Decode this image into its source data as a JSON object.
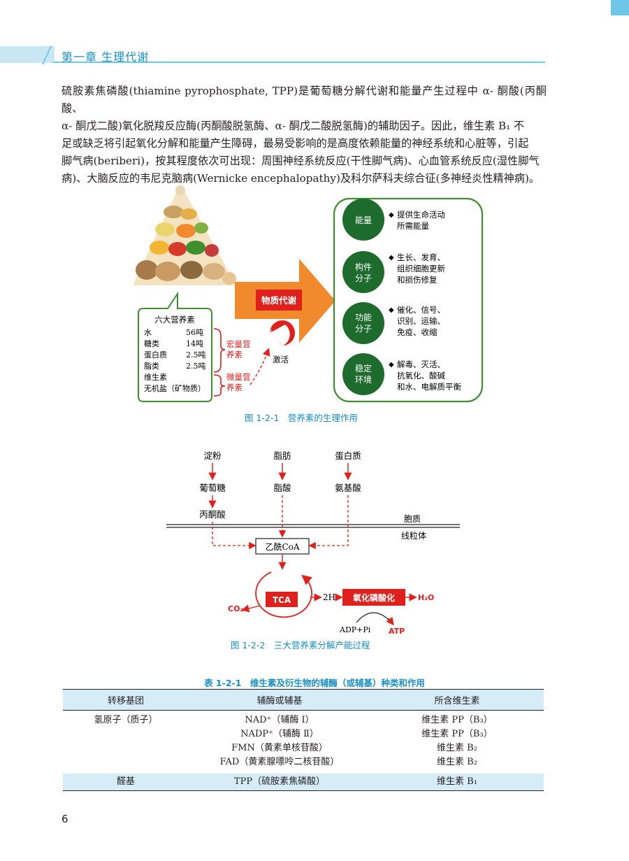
{
  "header": {
    "chapter_title": "第一章 生理代谢"
  },
  "paragraph": {
    "lines": [
      "硫胺素焦磷酸(thiamine pyrophosphate, TPP)是葡萄糖分解代谢和能量产生过程中 α- 酮酸(丙酮酸、",
      "α- 酮戊二酸)氧化脱羧反应酶(丙酮酸脱氢酶、α- 酮戊二酸脱氢酶)的辅助因子。因此，维生素 B₁ 不",
      "足或缺乏将引起氧化分解和能量产生障碍，最易受影响的是高度依赖能量的神经系统和心脏等，引起",
      "脚气病(beriberi)，按其程度依次可出现：周围神经系统反应(干性脚气病)、心血管系统反应(湿性脚气",
      "病)、大脑反应的韦尼克脑病(Wernicke encephalopathy)及科尔萨科夫综合征(多神经炎性精神病)。"
    ]
  },
  "figure1": {
    "nutrients_title": "六大营养素",
    "nutrients": [
      {
        "name": "水",
        "amount": "56吨"
      },
      {
        "name": "糖类",
        "amount": "14吨"
      },
      {
        "name": "蛋白质",
        "amount": "2.5吨"
      },
      {
        "name": "脂类",
        "amount": "2.5吨"
      },
      {
        "name": "维生素",
        "amount": ""
      },
      {
        "name": "无机盐（矿物质）",
        "amount": ""
      }
    ],
    "macro_label": [
      "宏量营",
      "养素"
    ],
    "micro_label": [
      "微量营",
      "养素"
    ],
    "arrow_label": "物质代谢",
    "enzyme_label": "酶",
    "activate_label": "激活",
    "functions": [
      {
        "circle": [
          "能量"
        ],
        "desc": [
          "提供生命活动",
          "所需能量"
        ]
      },
      {
        "circle": [
          "构件",
          "分子"
        ],
        "desc": [
          "生长、发育、",
          "组织细胞更新",
          "和损伤修复"
        ]
      },
      {
        "circle": [
          "功能",
          "分子"
        ],
        "desc": [
          "催化、信号、",
          "识别、运输、",
          "免疫、收缩"
        ]
      },
      {
        "circle": [
          "稳定",
          "环境"
        ],
        "desc": [
          "解毒、灭活、",
          "抗氧化、酸碱",
          "和水、电解质平衡"
        ]
      }
    ],
    "caption": "图 1-2-1　营养素的生理作用"
  },
  "figure2": {
    "sources": [
      "淀粉",
      "脂肪",
      "蛋白质"
    ],
    "intermediates": [
      "葡萄糖",
      "脂酸",
      "氨基酸"
    ],
    "pyruvate": "丙酮酸",
    "cytoplasm": "胞质",
    "mitochondria": "线粒体",
    "acetyl_coa": "乙酰CoA",
    "tca": "TCA",
    "co2": "CO₂",
    "two_h": "2H",
    "oxphos": "氧化磷酸化",
    "h2o": "H₂O",
    "adp": "ADP+Pi",
    "atp": "ATP",
    "caption": "图 1-2-2　三大营养素分解产能过程"
  },
  "table": {
    "caption": "表 1-2-1　维生素及衍生物的辅酶（或辅基）种类和作用",
    "headers": [
      "转移基团",
      "辅酶或辅基",
      "所含维生素"
    ],
    "rows": [
      [
        "氢原子（质子）",
        "NAD⁺（辅酶 Ⅰ）",
        "维生素 PP（B₃）"
      ],
      [
        "",
        "NADP⁺（辅酶 Ⅱ）",
        "维生素 PP（B₃）"
      ],
      [
        "",
        "FMN（黄素单核苷酸）",
        "维生素 B₂"
      ],
      [
        "",
        "FAD（黄素腺嘌呤二核苷酸）",
        "维生素 B₂"
      ],
      [
        "醛基",
        "TPP（硫胺素焦磷酸）",
        "维生素 B₁"
      ]
    ]
  },
  "page_number": "6",
  "colors": {
    "accent_blue": "#1a8fc6",
    "band_blue": "#c9e6f3",
    "red": "#e0201c",
    "green": "#2e7d32"
  }
}
